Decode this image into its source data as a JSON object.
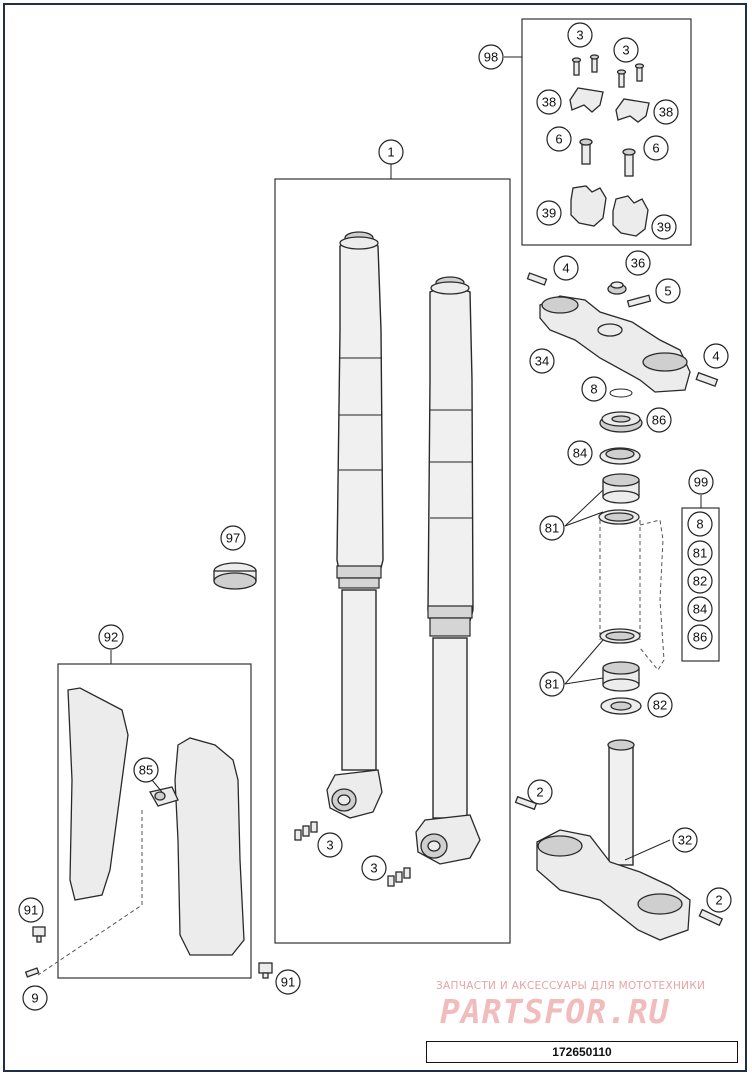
{
  "diagram": {
    "callouts": [
      {
        "id": "c98",
        "label": "98"
      },
      {
        "id": "c3a",
        "label": "3"
      },
      {
        "id": "c3b",
        "label": "3"
      },
      {
        "id": "c38a",
        "label": "38"
      },
      {
        "id": "c38b",
        "label": "38"
      },
      {
        "id": "c6a",
        "label": "6"
      },
      {
        "id": "c6b",
        "label": "6"
      },
      {
        "id": "c39a",
        "label": "39"
      },
      {
        "id": "c39b",
        "label": "39"
      },
      {
        "id": "c1",
        "label": "1"
      },
      {
        "id": "c4a",
        "label": "4"
      },
      {
        "id": "c36",
        "label": "36"
      },
      {
        "id": "c5",
        "label": "5"
      },
      {
        "id": "c34",
        "label": "34"
      },
      {
        "id": "c4b",
        "label": "4"
      },
      {
        "id": "c8a",
        "label": "8"
      },
      {
        "id": "c86a",
        "label": "86"
      },
      {
        "id": "c84a",
        "label": "84"
      },
      {
        "id": "c99",
        "label": "99"
      },
      {
        "id": "c81a",
        "label": "81"
      },
      {
        "id": "c8b",
        "label": "8"
      },
      {
        "id": "c81b",
        "label": "81"
      },
      {
        "id": "c82a",
        "label": "82"
      },
      {
        "id": "c84b",
        "label": "84"
      },
      {
        "id": "c86b",
        "label": "86"
      },
      {
        "id": "c97",
        "label": "97"
      },
      {
        "id": "c92",
        "label": "92"
      },
      {
        "id": "c81c",
        "label": "81"
      },
      {
        "id": "c82b",
        "label": "82"
      },
      {
        "id": "c85",
        "label": "85"
      },
      {
        "id": "c2a",
        "label": "2"
      },
      {
        "id": "c32",
        "label": "32"
      },
      {
        "id": "c3c",
        "label": "3"
      },
      {
        "id": "c3d",
        "label": "3"
      },
      {
        "id": "c91a",
        "label": "91"
      },
      {
        "id": "c2b",
        "label": "2"
      },
      {
        "id": "c91b",
        "label": "91"
      },
      {
        "id": "c9",
        "label": "9"
      }
    ]
  },
  "watermark": {
    "line1": "ЗАПЧАСТИ И АКСЕССУАРЫ ДЛЯ МОТОТЕХНИКИ",
    "logo": "PARTSFOR.RU"
  },
  "footer": {
    "part_number": "172650110"
  }
}
